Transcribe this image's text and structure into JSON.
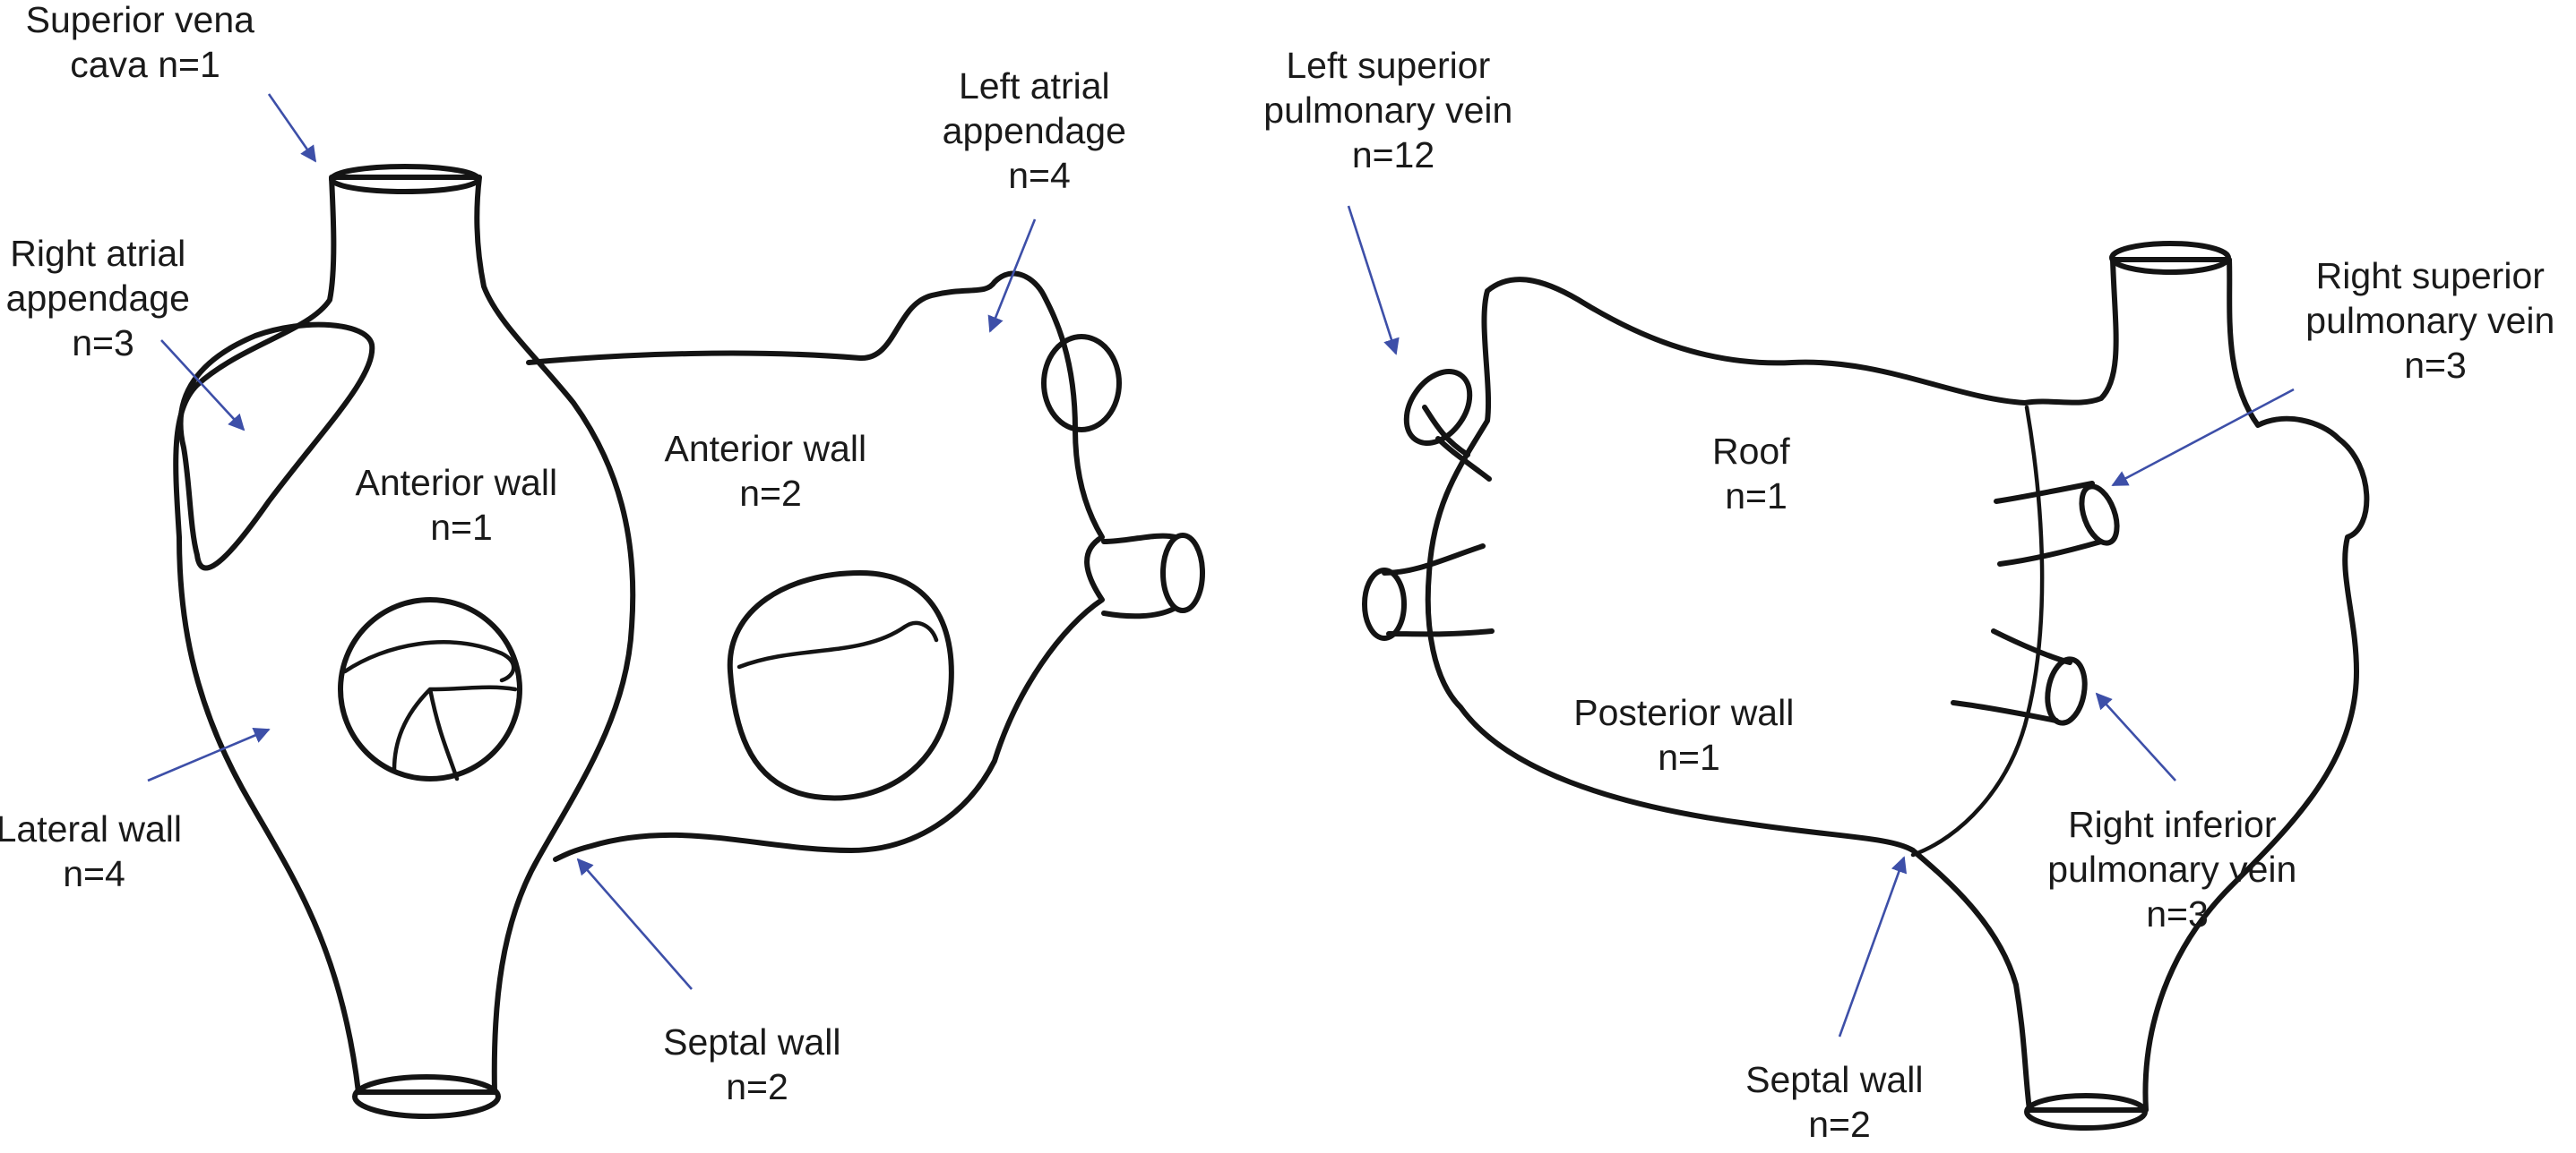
{
  "diagram": {
    "views": [
      {
        "name": "anterior",
        "labels": {
          "superior_vena_cava": [
            "Superior vena",
            "cava n=1"
          ],
          "right_atrial_appendage": [
            "Right atrial",
            "appendage",
            "n=3"
          ],
          "ra_anterior_wall": [
            "Anterior wall",
            "n=1"
          ],
          "lateral_wall": [
            "Lateral wall",
            "n=4"
          ],
          "la_anterior_wall": [
            "Anterior wall",
            "n=2"
          ],
          "left_atrial_appendage": [
            "Left atrial",
            "appendage",
            "n=4"
          ],
          "septal_wall": [
            "Septal wall",
            "n=2"
          ]
        }
      },
      {
        "name": "posterior",
        "labels": {
          "left_superior_pulmonary_vein": [
            "Left superior",
            "pulmonary vein",
            "n=12"
          ],
          "roof": [
            "Roof",
            "n=1"
          ],
          "posterior_wall": [
            "Posterior wall",
            "n=1"
          ],
          "right_superior_pulmonary_vein": [
            "Right superior",
            "pulmonary vein",
            "n=3"
          ],
          "right_inferior_pulmonary_vein": [
            "Right inferior",
            "pulmonary vein",
            "n=3"
          ],
          "septal_wall": [
            "Septal wall",
            "n=2"
          ]
        }
      }
    ],
    "colors": {
      "outline": "#141414",
      "arrow": "#3d4fa8",
      "text": "#1a1a1a",
      "background": "#ffffff"
    }
  }
}
